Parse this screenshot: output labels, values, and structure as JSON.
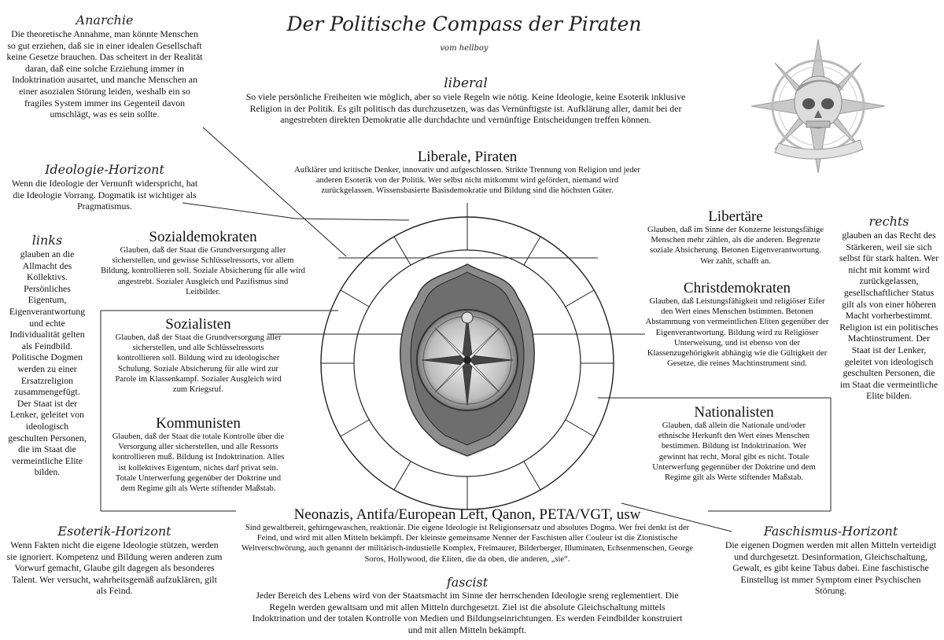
{
  "title": "Der Politische Compass der Piraten",
  "subtitle": "vom hellboy",
  "sections": {
    "anarchie": {
      "heading": "Anarchie",
      "text": "Die theoretische Annahme, man könnte Menschen so gut erziehen, daß sie in einer idealen Gesellschaft keine Gesetze brauchen. Das scheitert in der Realität daran, daß eine solche Erziehung immer in Indoktrination ausartet, und manche Menschen an einer asozialen Störung leiden, weshalb ein so fragiles System immer ins Gegenteil davon umschlägt, was es sein sollte."
    },
    "ideologie_horizont": {
      "heading": "Ideologie-Horizont",
      "text": "Wenn die Ideologie der Vernunft widerspricht, hat die Ideologie Vorrang. Dogmatik ist wichtiger als Pragmatismus."
    },
    "links": {
      "heading": "links",
      "text": "glauben an die Allmacht des Kollektivs. Persönliches Eigentum, Eigenverantwortung und echte Individualität gelten als Feindbild. Politische Dogmen werden zu einer Ersatzreligion zusammengefügt. Der Staat ist der Lenker, geleitet von ideologisch geschulten Personen, die im Staat die vermeintliche Elite bilden."
    },
    "esoterik_horizont": {
      "heading": "Esoterik-Horizont",
      "text": "Wenn Fakten nicht die eigene Ideologie stützen, werden sie ignoriert. Kompetenz und Bildung weren anderen zum Vorwurf gemacht, Glaube gilt dagegen als besonderes Talent. Wer versucht, wahrheitsgemäß aufzuklären, gilt als Feind."
    },
    "liberal": {
      "heading": "liberal",
      "text": "So viele persönliche Freiheiten wie möglich, aber so viele Regeln wie nötig. Keine Ideologie, keine Esoterik inklusive Religion in der Politik. Es gilt politisch das durchzusetzen, was das Vernünftigste ist. Aufklärung aller, damit bei der angestrebten direkten Demokratie alle durchdachte und vernünftige Entscheidungen treffen können."
    },
    "liberale_piraten": {
      "heading": "Liberale, Piraten",
      "text": "Aufklärer und kritische Denker, innovativ und aufgeschlossen. Strikte Trennung von Religion und jeder anderen Esoterik von der Politik. Wer selbst nicht mitkommt wird gefördert, niemand wird zurückgelassen. Wissensbasierte Basisdemokratie und Bildung sind die höchsten Güter."
    },
    "sozialdemokraten": {
      "heading": "Sozialdemokraten",
      "text": "Glauben, daß der Staat die Grundversorgung aller sicherstellen, und gewisse Schlüsselressorts, vor allem Bildung, kontrollieren soll. Soziale Absicherung für alle wird angestrebt. Sozialer Ausgleich und Pazifismus sind Leitbilder."
    },
    "sozialisten": {
      "heading": "Sozialisten",
      "text": "Glauben, daß der Staat die Grundversorgung aller sicherstellen, und alle Schlüsselressorts kontrollieren soll. Bildung wird zu ideologischer Schulung. Soziale Absicherung für alle wird zur Parole im Klassenkampf. Sozialer Ausgleich wird zum Kriegsruf."
    },
    "kommunisten": {
      "heading": "Kommunisten",
      "text": "Glauben, daß der Staat die totale Kontrolle über die Versorgung aller sicherstellen, und alle Ressorts kontrollieren muß. Bildung ist Indoktrination. Alles ist kollektives Eigentum, nichts darf privat sein. Totale Unterwerfung gegenüber der Doktrine und dem Regime gilt als Werte stiftender Maßstab."
    },
    "libertaere": {
      "heading": "Libertäre",
      "text": "Glauben, daß im Sinne der Konzerne leistungsfähige Menschen mehr zählen, als die anderen. Begrenzte soziale Absicherung. Betonen Eigenverantwortung. Wer zahlt, schafft an."
    },
    "christdemokraten": {
      "heading": "Christdemokraten",
      "text": "Glauben, daß Leistungsfähigkeit und religiöser Eifer den Wert eines Menschen bstimmen. Betonen Abstammung von vermeintlichen Eliten gegenüber der Eigenverantwortung. Bildung wird zu Religiöser Unterweisung, und ist ebenso von der Klassenzugehörigkeit abhängig wie die Gültigkeit der Gesetze, die reines Machtinstrument sind."
    },
    "nationalisten": {
      "heading": "Nationalisten",
      "text": "Glauben, daß allein die Nationale und/oder ethnische Herkunft den Wert eines Menschen bestimmen. Bildung ist Indoktrination. Wer gewinnt hat recht, Moral gibt es nicht. Totale Unterwerfung gegennüber der Doktrine und dem Regime gilt als Werte stiftender Maßstab."
    },
    "rechts": {
      "heading": "rechts",
      "text": "glauben an das Recht des Stärkeren, weil sie sich selbst für stark halten. Wer nicht mit kommt wird zurückgelassen, gesellschaftlicher Status gilt als von einer höheren Macht vorherbestimmt. Religion ist ein politisches Machtinstrument. Der Staat ist der Lenker, geleitet von ideologisch geschulten Personen, die im Staat die vermeintliche Elite bilden."
    },
    "neonazis": {
      "heading": "Neonazis, Antifa/European Left, Qanon, PETA/VGT, usw",
      "text": "Sind gewaltbereit, gehirngewaschen, reaktionär. Die eigene Ideologie ist Religionsersatz und absolutes Dogma. Wer frei denkt ist der Feind, und wird mit allen Mitteln bekämpft. Der kleinste gemeinsame Nenner der Faschisten aller Couleur ist die Zionistische Weltverschwörung, auch genannt der militärisch-industielle Komplex, Freimaurer, Bilderberger, Illuminaten, Echsenmenschen, George Soros, Hollywood, die Eliten, die da oben, die anderen, „sie“."
    },
    "fascist": {
      "heading": "fascist",
      "text": "Jeder Bereich des Lebens wird von der Staatsmacht im Sinne der herrschenden Ideologie sreng reglementiert. Die Regeln werden gewaltsam und mit allen Mitteln durchgesetzt. Ziel ist die absolute Gleichschaltung mittels Indoktrination und der totalen Kontrolle von Medien und Bildungseinrichtungen. Es werden Feindbilder konstruiert und mit allen Mitteln bekämpft."
    },
    "faschismus_horizont": {
      "heading": "Faschismus-Horizont",
      "text": "Die eigenen Dogmen werden mit allen Mitteln verteidigt und durchgesetzt. Desinformation, Gleichschaltung, Gewalt, es gibt keine Tabus dabei. Eine faschistische Einstellug ist mmer Symptom einer Psychischen Störung."
    }
  },
  "colors": {
    "ink": "#111111",
    "line": "#222222",
    "art_light": "#b5b5b5",
    "art_dark": "#444444"
  },
  "icons": {
    "compass": "compass-rose-icon",
    "emblem": "pirate-skull-compass-icon"
  }
}
